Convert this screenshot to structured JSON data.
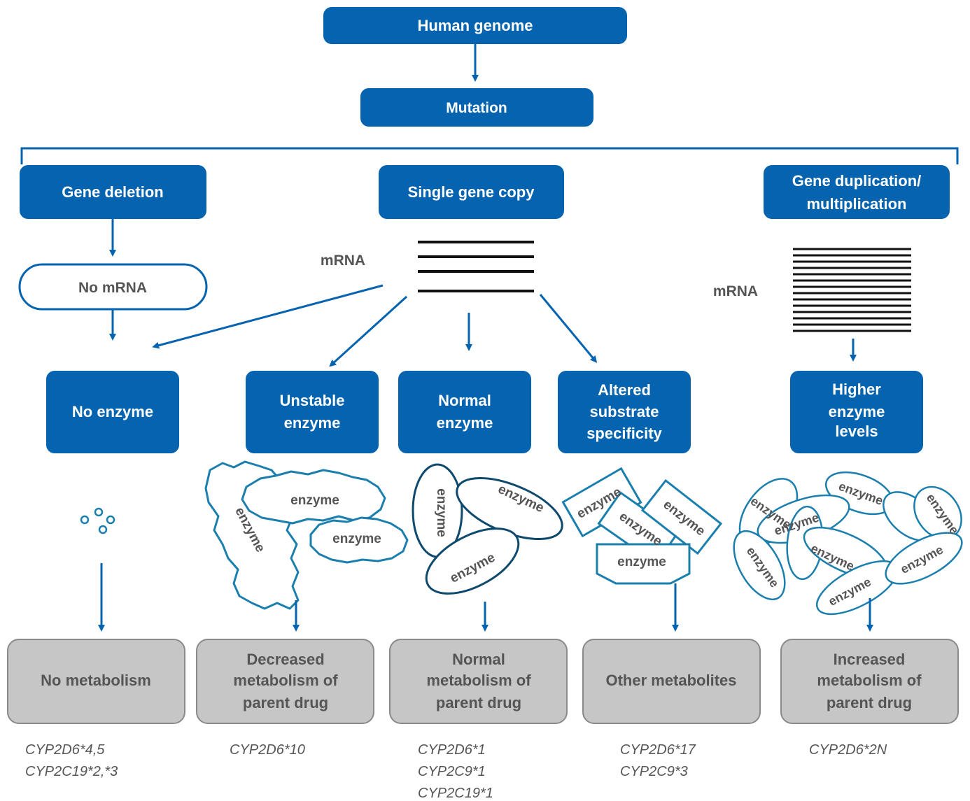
{
  "colors": {
    "blue": "#0563af",
    "outline_teal": "#1b7fae",
    "dark_teal": "#0e4a6e",
    "gray_box": "#c6c6c6",
    "gray_border": "#8a8a8a",
    "text_gray": "#555555"
  },
  "top": {
    "genome": "Human genome",
    "mutation": "Mutation"
  },
  "branches": {
    "deletion": "Gene deletion",
    "single": "Single gene copy",
    "duplication_line1": "Gene duplication/",
    "duplication_line2": "multiplication"
  },
  "mrna": {
    "label_single": "mRNA",
    "label_dup": "mRNA",
    "no_mrna": "No mRNA"
  },
  "enzymes": {
    "none": "No enzyme",
    "unstable_1": "Unstable",
    "unstable_2": "enzyme",
    "normal_1": "Normal",
    "normal_2": "enzyme",
    "altered_1": "Altered",
    "altered_2": "substrate",
    "altered_3": "specificity",
    "higher_1": "Higher",
    "higher_2": "enzyme",
    "higher_3": "levels",
    "shape_label": "enzyme"
  },
  "outcomes": {
    "none": "No metabolism",
    "decreased_1": "Decreased",
    "decreased_2": "metabolism of",
    "decreased_3": "parent drug",
    "normal_1": "Normal",
    "normal_2": "metabolism of",
    "normal_3": "parent drug",
    "other": "Other metabolites",
    "increased_1": "Increased",
    "increased_2": "metabolism of",
    "increased_3": "parent drug"
  },
  "alleles": {
    "col1": [
      "CYP2D6*4,5",
      "CYP2C19*2,*3"
    ],
    "col2": [
      "CYP2D6*10"
    ],
    "col3": [
      "CYP2D6*1",
      "CYP2C9*1",
      "CYP2C19*1"
    ],
    "col4": [
      "CYP2D6*17",
      "CYP2C9*3"
    ],
    "col5": [
      "CYP2D6*2N"
    ]
  }
}
